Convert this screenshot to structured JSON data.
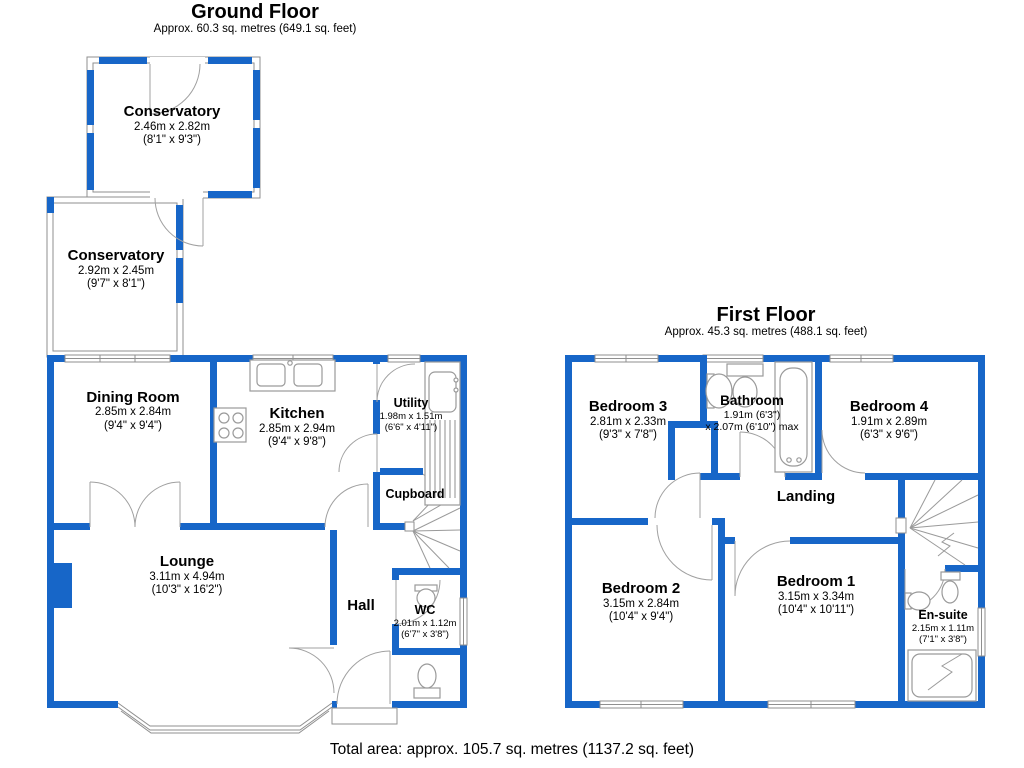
{
  "colors": {
    "wall": "#1766c8",
    "line": "#8f8f8f"
  },
  "footer": {
    "total": "Total area: approx. 105.7 sq. metres (1137.2 sq. feet)"
  },
  "ground_floor": {
    "title": "Ground Floor",
    "subtitle": "Approx. 60.3 sq. metres (649.1 sq. feet)",
    "rooms": {
      "conservatory_top": {
        "name": "Conservatory",
        "dim1": "2.46m x 2.82m",
        "dim2": "(8'1\" x 9'3\")"
      },
      "conservatory_side": {
        "name": "Conservatory",
        "dim1": "2.92m x 2.45m",
        "dim2": "(9'7\" x 8'1\")"
      },
      "dining_room": {
        "name": "Dining Room",
        "dim1": "2.85m x 2.84m",
        "dim2": "(9'4\" x 9'4\")"
      },
      "kitchen": {
        "name": "Kitchen",
        "dim1": "2.85m x 2.94m",
        "dim2": "(9'4\" x 9'8\")"
      },
      "utility": {
        "name": "Utility",
        "dim1": "1.98m x 1.51m",
        "dim2": "(6'6\" x 4'11\")"
      },
      "cupboard": {
        "name": "Cupboard"
      },
      "lounge": {
        "name": "Lounge",
        "dim1": "3.11m x 4.94m",
        "dim2": "(10'3\" x 16'2\")"
      },
      "hall": {
        "name": "Hall"
      },
      "wc": {
        "name": "WC",
        "dim1": "2.01m x 1.12m",
        "dim2": "(6'7\" x 3'8\")"
      }
    }
  },
  "first_floor": {
    "title": "First Floor",
    "subtitle": "Approx. 45.3 sq. metres (488.1 sq. feet)",
    "rooms": {
      "bedroom3": {
        "name": "Bedroom 3",
        "dim1": "2.81m x 2.33m",
        "dim2": "(9'3\" x 7'8\")"
      },
      "bathroom": {
        "name": "Bathroom",
        "dim1": "1.91m (6'3\")",
        "dim2": "x 2.07m (6'10\") max"
      },
      "bedroom4": {
        "name": "Bedroom 4",
        "dim1": "1.91m x 2.89m",
        "dim2": "(6'3\" x 9'6\")"
      },
      "landing": {
        "name": "Landing"
      },
      "bedroom2": {
        "name": "Bedroom 2",
        "dim1": "3.15m x 2.84m",
        "dim2": "(10'4\" x 9'4\")"
      },
      "bedroom1": {
        "name": "Bedroom 1",
        "dim1": "3.15m x 3.34m",
        "dim2": "(10'4\" x 10'11\")"
      },
      "ensuite": {
        "name": "En-suite",
        "dim1": "2.15m x 1.11m",
        "dim2": "(7'1\" x 3'8\")"
      }
    }
  }
}
